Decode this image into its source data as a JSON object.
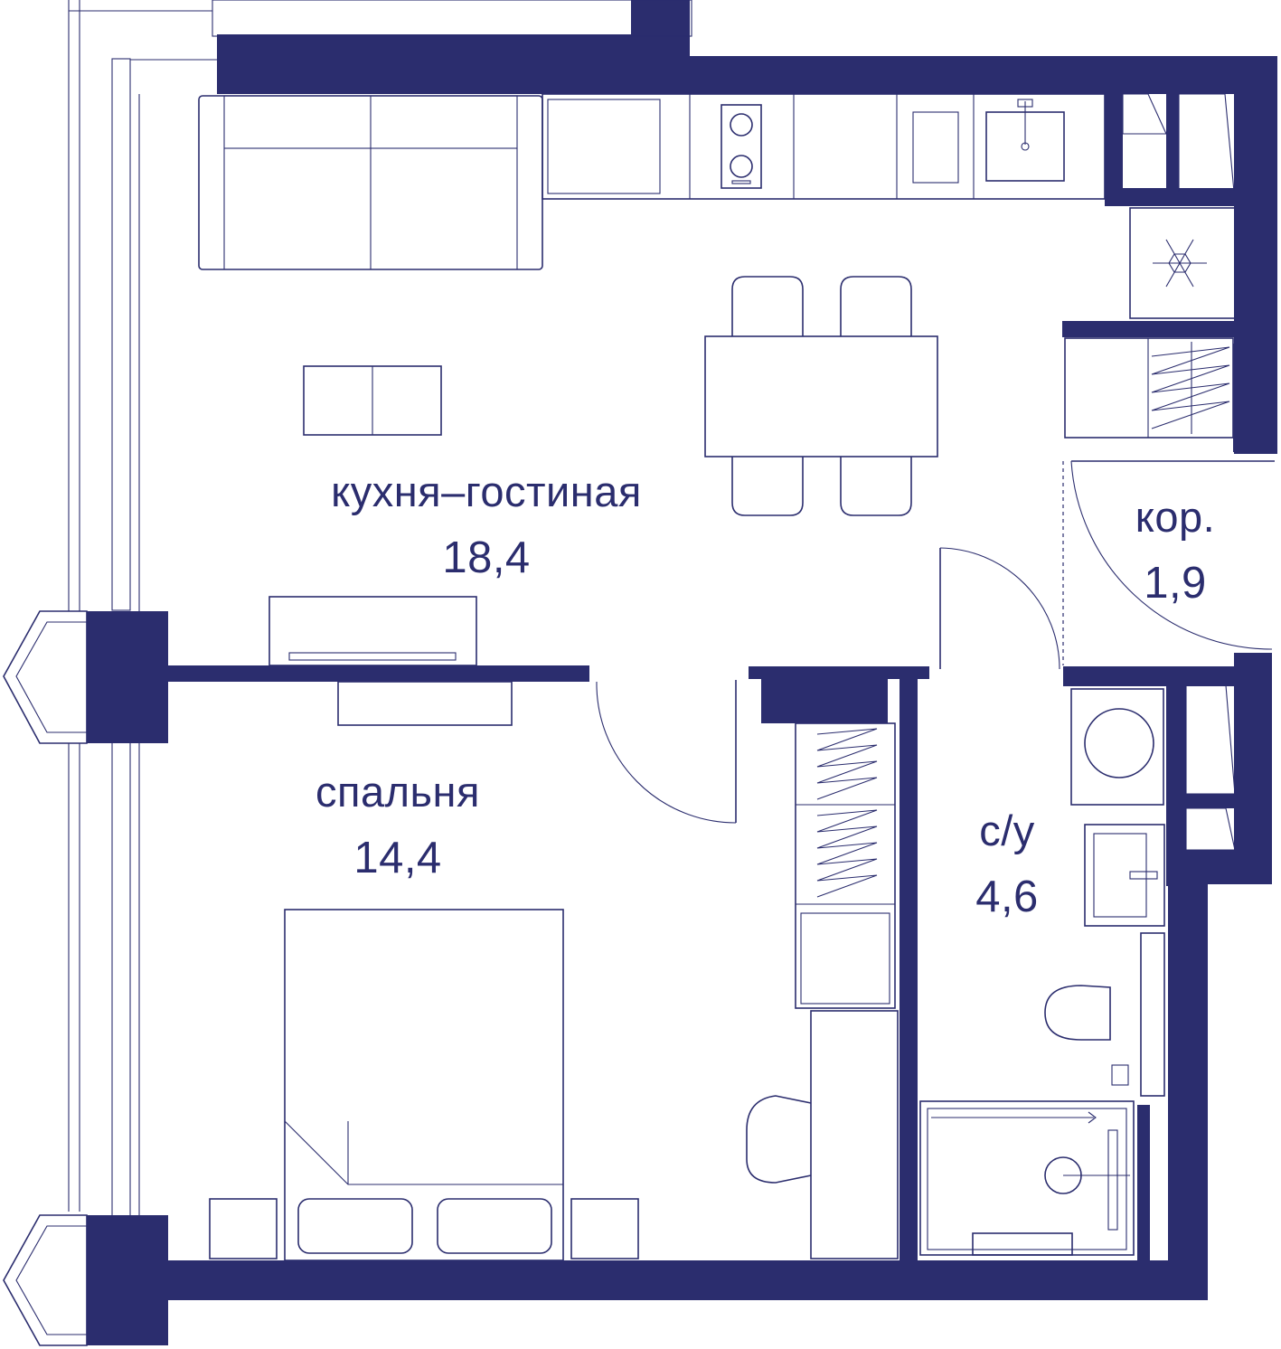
{
  "colors": {
    "wall": "#2b2d6e",
    "line": "#2b2d6e",
    "text": "#2b2d6e"
  },
  "rooms": {
    "living": {
      "name": "кухня–гостиная",
      "area": "18,4"
    },
    "corridor": {
      "name": "кор.",
      "area": "1,9"
    },
    "bedroom": {
      "name": "спальня",
      "area": "14,4"
    },
    "bathroom": {
      "name": "с/у",
      "area": "4,6"
    }
  },
  "icons": {
    "fridge": "snowflake-icon",
    "stove": "cooktop-icon",
    "sink": "sink-icon"
  }
}
